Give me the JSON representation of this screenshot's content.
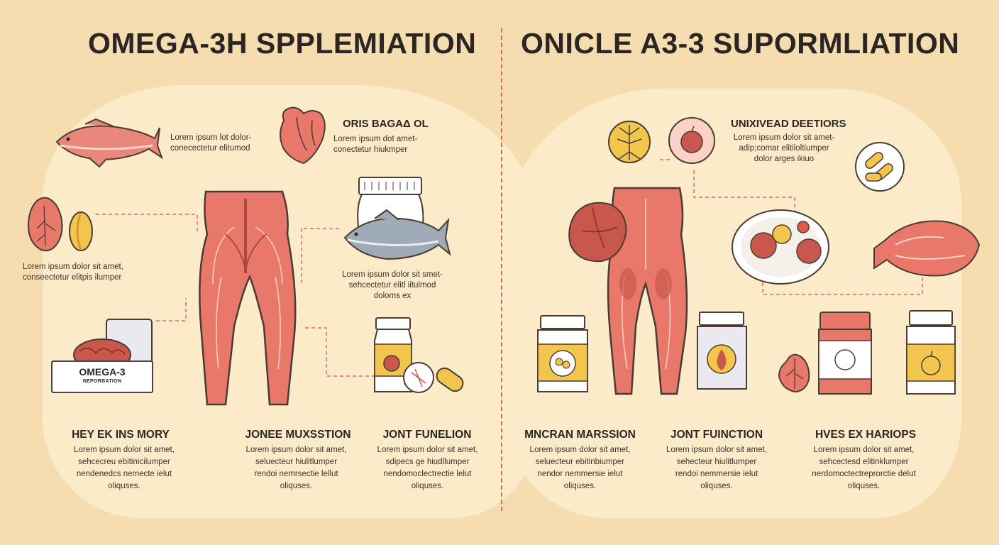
{
  "left": {
    "title": "OMEGA-3H SPPLEMIATION",
    "fish_caption": [
      "Lorem ipsum lot dolor-",
      "conecectetur elitumod"
    ],
    "heart_heading": "ORIS BAGAΔ OL",
    "heart_caption": [
      "Lorem ipsum dot amet-",
      "conectetur hiukmper"
    ],
    "liver_caption": [
      "Lorem ipsum dolor sit amet,",
      "conseectetur elitpis ilumper"
    ],
    "tuna_caption": [
      "Lorem ipsum dolor sit smet-",
      "sehcectetur elitl iitulmod",
      "doloms ex"
    ],
    "box_label": "OMEGA-3",
    "box_sublabel": "NEPORBATION",
    "benefits": [
      {
        "title": "HEY EK INS MORY",
        "body": [
          "Lorem ipsum dolor sit amet,",
          "sehcecreu ebitinicilumper",
          "nendenedcs nemecte ielut",
          "oliquses."
        ]
      },
      {
        "title": "JONEE MUXSSTION",
        "body": [
          "Lorem ipsum dolor sit amet,",
          "seluecteur hiulitlumper",
          "rendoi nemrsectie lellut",
          "oliquses."
        ]
      },
      {
        "title": "JONT FUNELION",
        "body": [
          "Lorem ipsum dolor sit amet,",
          "sdipecs ge hiudllumper",
          "nendomoclectrectie lelut",
          "oliquses."
        ]
      }
    ]
  },
  "right": {
    "title": "ONICLE A3-3 SUPORMLIATION",
    "diet_heading": "UNIXIVEAD DEETIORS",
    "diet_caption": [
      "Lorem ipsum dolor sit amet-",
      "adip;comar elitiloltiumper",
      "dolor arges ikiuo"
    ],
    "benefits": [
      {
        "title": "MNCRAN MARSSION",
        "body": [
          "Lorem ipsum dolor sit amet,",
          "seluecteur ebitinbiumper",
          "nendor nemmersie ielut",
          "oliquses."
        ]
      },
      {
        "title": "JONT FUINCTION",
        "body": [
          "Lorem ipsum dolor sit amet,",
          "sehecteur hiulitlumper",
          "rendoi nemmersie ielut",
          "oliquses."
        ]
      },
      {
        "title": "HVES EX HARIOPS",
        "body": [
          "Lorem ipsum dolor sit amet,",
          "sehcectesd elitinklumper",
          "nerdomoctectreprorctie delut",
          "oliquses."
        ]
      }
    ]
  },
  "colors": {
    "background": "#f6ddb0",
    "panel": "#fbebc8",
    "accent_red": "#e8786a",
    "dashed_line": "#e06a5a",
    "yellow": "#f2c64d",
    "ink": "#2b2623"
  },
  "icons": [
    "fish-icon",
    "heart-icon",
    "liver-icon",
    "capsule-icon",
    "legs-icon",
    "supplement-bottle-icon",
    "tuna-icon",
    "brain-icon",
    "bottle-icon",
    "tree-icon",
    "apple-icon",
    "plate-icon",
    "salmon-icon",
    "organ-icon"
  ]
}
